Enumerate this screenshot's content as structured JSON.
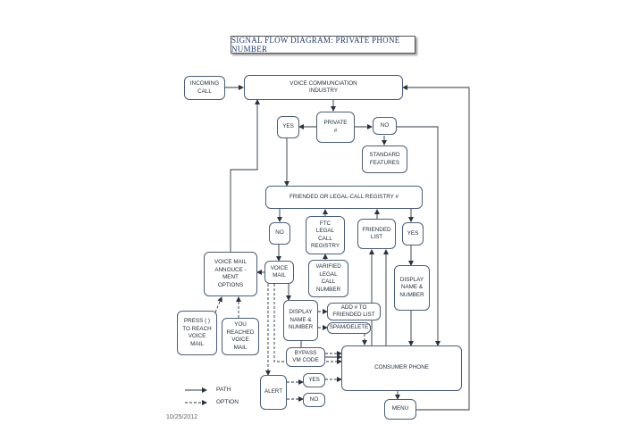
{
  "title": "SIGNAL FLOW DIAGRAM:  PRIVATE PHONE NUMBER",
  "nodes": {
    "incoming_call": "INCOMING\nCALL",
    "voice_comm": "VOICE COMMUNCIATION\nINDUSTRY",
    "yes_top": "YES",
    "private": "PRIVATE\n#",
    "no_top": "NO",
    "standard": "STANDARD\nFEATURES",
    "friended_registry": "FRIENDED  OR LEGAL-CALL  REGISTRY #",
    "no_mid": "NO",
    "ftc": "FTC\nLEGAL\nCALL\nREGISTRY",
    "friended_list": "FRIENDED\nLIST",
    "yes_mid": "YES",
    "vm_announce": "VOICE MAIL\nANNOUCE -\nMENT\nOPTIONS",
    "voice_mail": "VOICE\nMAIL",
    "verified": "VARIFIED\nLEGAL\nCALL\nNUMBER",
    "display_right": "DISPLAY\nNAME &\nNUMBER",
    "display_left": "DISPLAY\nNAME &\nNUMBER",
    "add_friended": "ADD # TO\nFRIENDED LIST",
    "spam": "SPAM/DELETE",
    "press": "PRESS ( )\nTO REACH\nVOICE\nMAIL",
    "you_reached": "YOU\nREACHED\nVOICE\nMAIL",
    "bypass": "BYPASS\nVM CODE",
    "consumer_phone": "CONSUMER  PHONE",
    "alert": "ALERT",
    "yes_bottom": "YES",
    "no_bottom": "NO",
    "menu": "MENU"
  },
  "legend": {
    "path": "PATH",
    "option": "OPTION"
  },
  "date": "10/25/2012"
}
